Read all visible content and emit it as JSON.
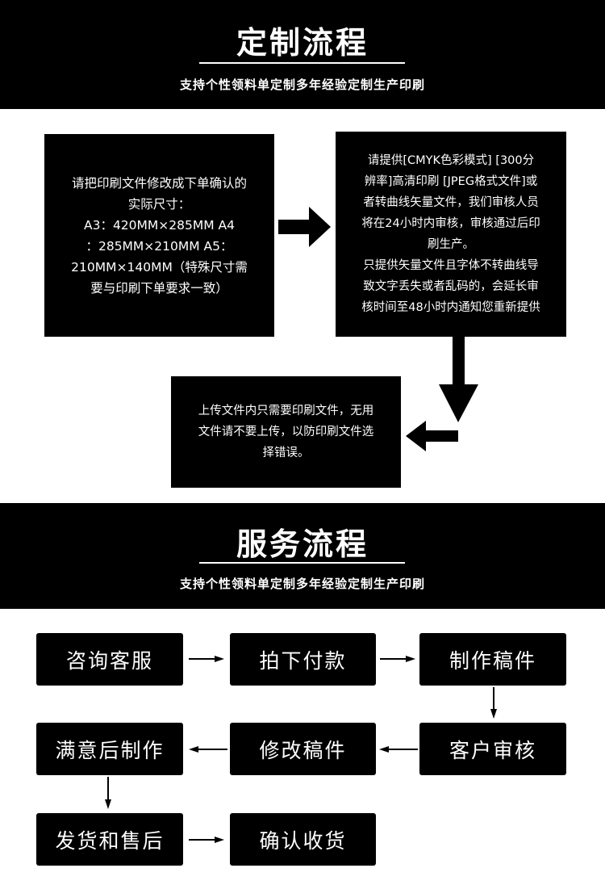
{
  "section1": {
    "title": "定制流程",
    "subtitle": "支持个性领料单定制多年经验定制生产印刷",
    "box1": "请把印刷文件修改成下单确认的\n实际尺寸：\nA3：420MM×285MM  A4\n：285MM×210MM  A5：\n210MM×140MM（特殊尺寸需\n要与印刷下单要求一致）",
    "box2_p1": "请提供[CMYK色彩模式] [300分\n辨率]高清印刷 [JPEG格式文件]或\n者转曲线矢量文件，我们审核人员\n将在24小时内审核，审核通过后印\n刷生产。",
    "box2_p2": "只提供矢量文件且字体不转曲线导\n致文字丢失或者乱码的，会延长审\n核时间至48小时内通知您重新提供",
    "box3": "上传文件内只需要印刷文件，无用\n文件请不要上传，以防印刷文件选\n择错误。"
  },
  "section2": {
    "title": "服务流程",
    "subtitle": "支持个性领料单定制多年经验定制生产印刷",
    "steps": [
      "咨询客服",
      "拍下付款",
      "制作稿件",
      "客户审核",
      "修改稿件",
      "满意后制作",
      "发货和售后",
      "确认收货"
    ]
  }
}
